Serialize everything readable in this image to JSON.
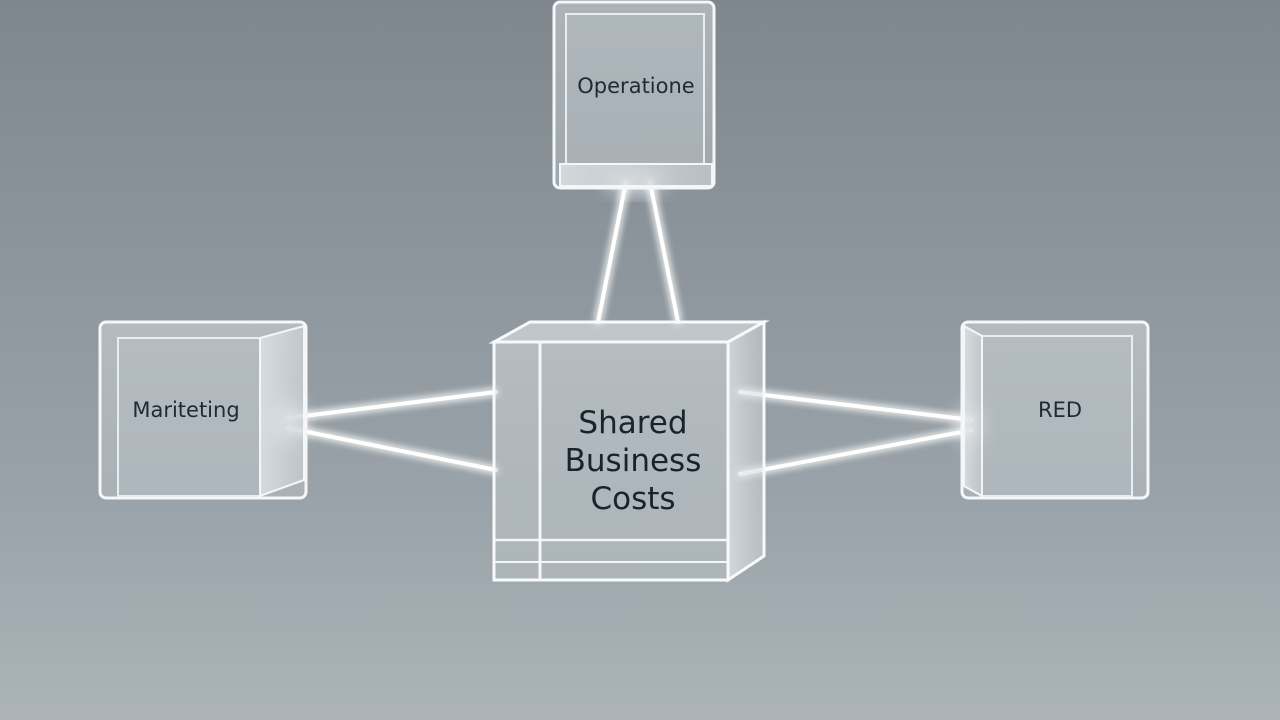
{
  "nodes": {
    "top": {
      "label": "Operatione"
    },
    "left": {
      "label": "Mariteting"
    },
    "right": {
      "label": "RED"
    },
    "center": {
      "lines": [
        "Shared",
        "Business",
        "Costs"
      ]
    }
  },
  "colors": {
    "background_top": "#7e878e",
    "background_bottom": "#acb4b9",
    "glass_fill": "#c9d0d4",
    "glow": "#ffffff",
    "text": "#1f2a33"
  }
}
